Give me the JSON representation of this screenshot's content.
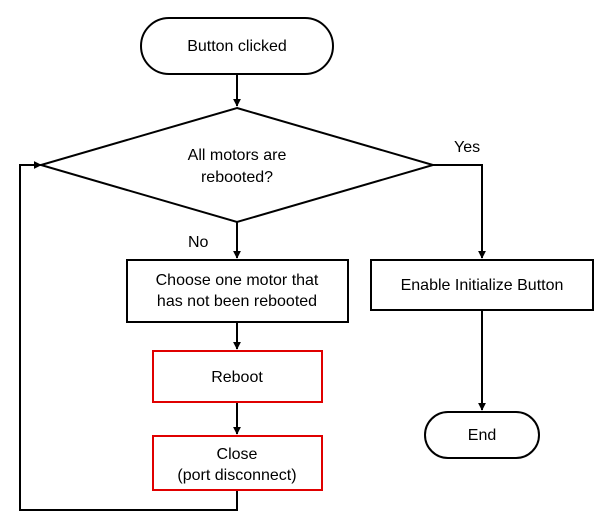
{
  "diagram": {
    "nodes": {
      "start": {
        "label": "Button clicked",
        "shape": "terminal"
      },
      "decision": {
        "line1": "All motors are",
        "line2": "rebooted?",
        "shape": "decision"
      },
      "choose": {
        "line1": "Choose one motor that",
        "line2": "has not been rebooted",
        "shape": "process"
      },
      "reboot": {
        "label": "Reboot",
        "shape": "process",
        "highlight": true
      },
      "close": {
        "line1": "Close",
        "line2": "(port disconnect)",
        "shape": "process",
        "highlight": true
      },
      "enable": {
        "label": "Enable Initialize Button",
        "shape": "process"
      },
      "end": {
        "label": "End",
        "shape": "terminal"
      }
    },
    "edges": {
      "yes_label": "Yes",
      "no_label": "No"
    },
    "colors": {
      "stroke": "#000000",
      "highlight_stroke": "#e00000",
      "background": "#ffffff",
      "text": "#000000"
    }
  }
}
